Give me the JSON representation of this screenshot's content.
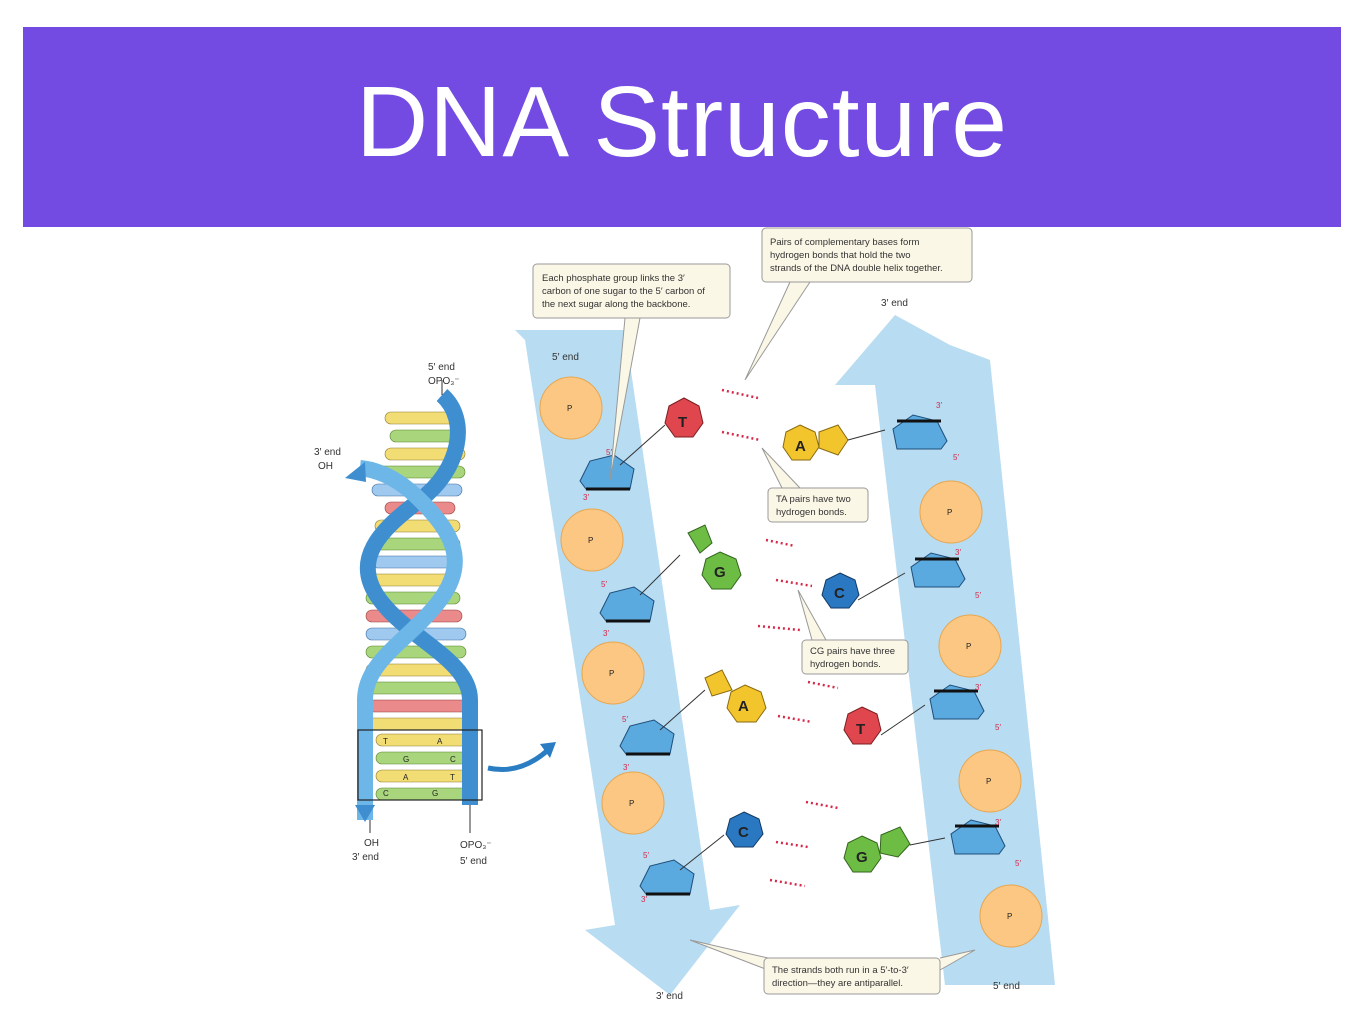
{
  "title": "DNA Structure",
  "colors": {
    "title_bar": "#734be3",
    "backbone_arrow": "#b8dcf1",
    "phosphate": "#fbc783",
    "sugar": "#5aa9df",
    "thymine": "#e0464d",
    "adenine": "#f3c52d",
    "guanine": "#6dbd45",
    "cytosine": "#2b78c2",
    "hydrogen_bond": "#d6294a"
  },
  "helix": {
    "top_right_label": "5′ end",
    "top_right_group": "OPO₃⁻",
    "top_left_label": "3′ end",
    "top_left_group": "OH",
    "bottom_left_group": "OH",
    "bottom_left_label": "3′ end",
    "bottom_right_group": "OPO₃⁻",
    "bottom_right_label": "5′ end",
    "inset_pairs": [
      {
        "left": "T",
        "right": "A"
      },
      {
        "left": "G",
        "right": "C"
      },
      {
        "left": "A",
        "right": "T"
      },
      {
        "left": "C",
        "right": "G"
      }
    ]
  },
  "detail": {
    "left_strand_top": "5′ end",
    "left_strand_bottom": "3′ end",
    "right_strand_top": "3′ end",
    "right_strand_bottom": "5′ end",
    "bases_left": [
      "T",
      "G",
      "A",
      "C"
    ],
    "bases_right": [
      "A",
      "C",
      "T",
      "G"
    ],
    "phosphate_text": "P",
    "prime3": "3′",
    "prime5": "5′"
  },
  "callouts": {
    "phosphate_link": [
      "Each phosphate group links the 3′",
      "carbon of one sugar to the 5′ carbon of",
      "the next sugar along the backbone."
    ],
    "complementary": [
      "Pairs of complementary bases form",
      "hydrogen bonds that hold the two",
      "strands of the DNA double helix together."
    ],
    "ta_pairs": [
      "TA pairs have two",
      "hydrogen bonds."
    ],
    "cg_pairs": [
      "CG pairs have three",
      "hydrogen bonds."
    ],
    "antiparallel": [
      "The strands both run in a 5′-to-3′",
      "direction—they are antiparallel."
    ]
  }
}
